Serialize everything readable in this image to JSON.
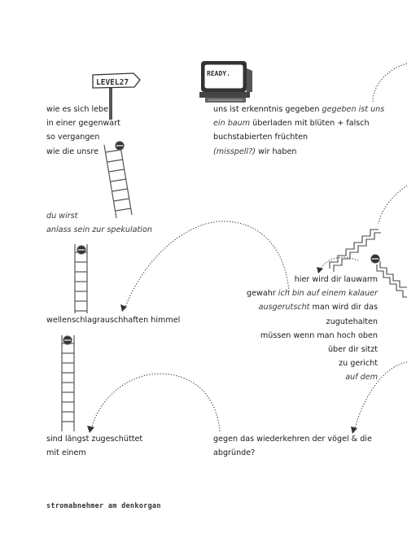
{
  "sign": {
    "label": "LEVEL27"
  },
  "computer": {
    "screen_text": "READY."
  },
  "left_column": {
    "block1": [
      "wie es sich lebe",
      "in einer gegenwart",
      "so vergangen",
      "wie die unsre"
    ],
    "block2": [
      "du wirst",
      "anlass sein zur spekulation"
    ],
    "block3": [
      "wellenschlagrauschhaften himmel"
    ],
    "block4": [
      "sind längst zugeschüttet",
      "mit einem"
    ]
  },
  "right_column": {
    "top": {
      "line1_a": "uns ist erkenntnis gegeben ",
      "line1_b": "gegeben ist uns",
      "line2_a": "ein baum",
      "line2_b": " überladen mit blüten + falsch",
      "line3": "buchstabierten früchten",
      "line4_a": "(misspell?)",
      "line4_b": " wir haben"
    },
    "middle": {
      "line1": "hier wird dir lauwarm",
      "line2_a": "gewahr ",
      "line2_b": "ich bin auf einem kalauer",
      "line3_a": "ausgerutscht",
      "line3_b": " man wird dir das",
      "line4": "zugutehalten",
      "line5": "müssen wenn man hoch oben",
      "line6": "über dir sitzt",
      "line7": "zu gericht",
      "line8": "auf dem"
    },
    "bottom": [
      "gegen das wiederkehren der vögel & die",
      "abgründe?"
    ]
  },
  "footer": {
    "text": "stromabnehmer am denkorgan"
  }
}
